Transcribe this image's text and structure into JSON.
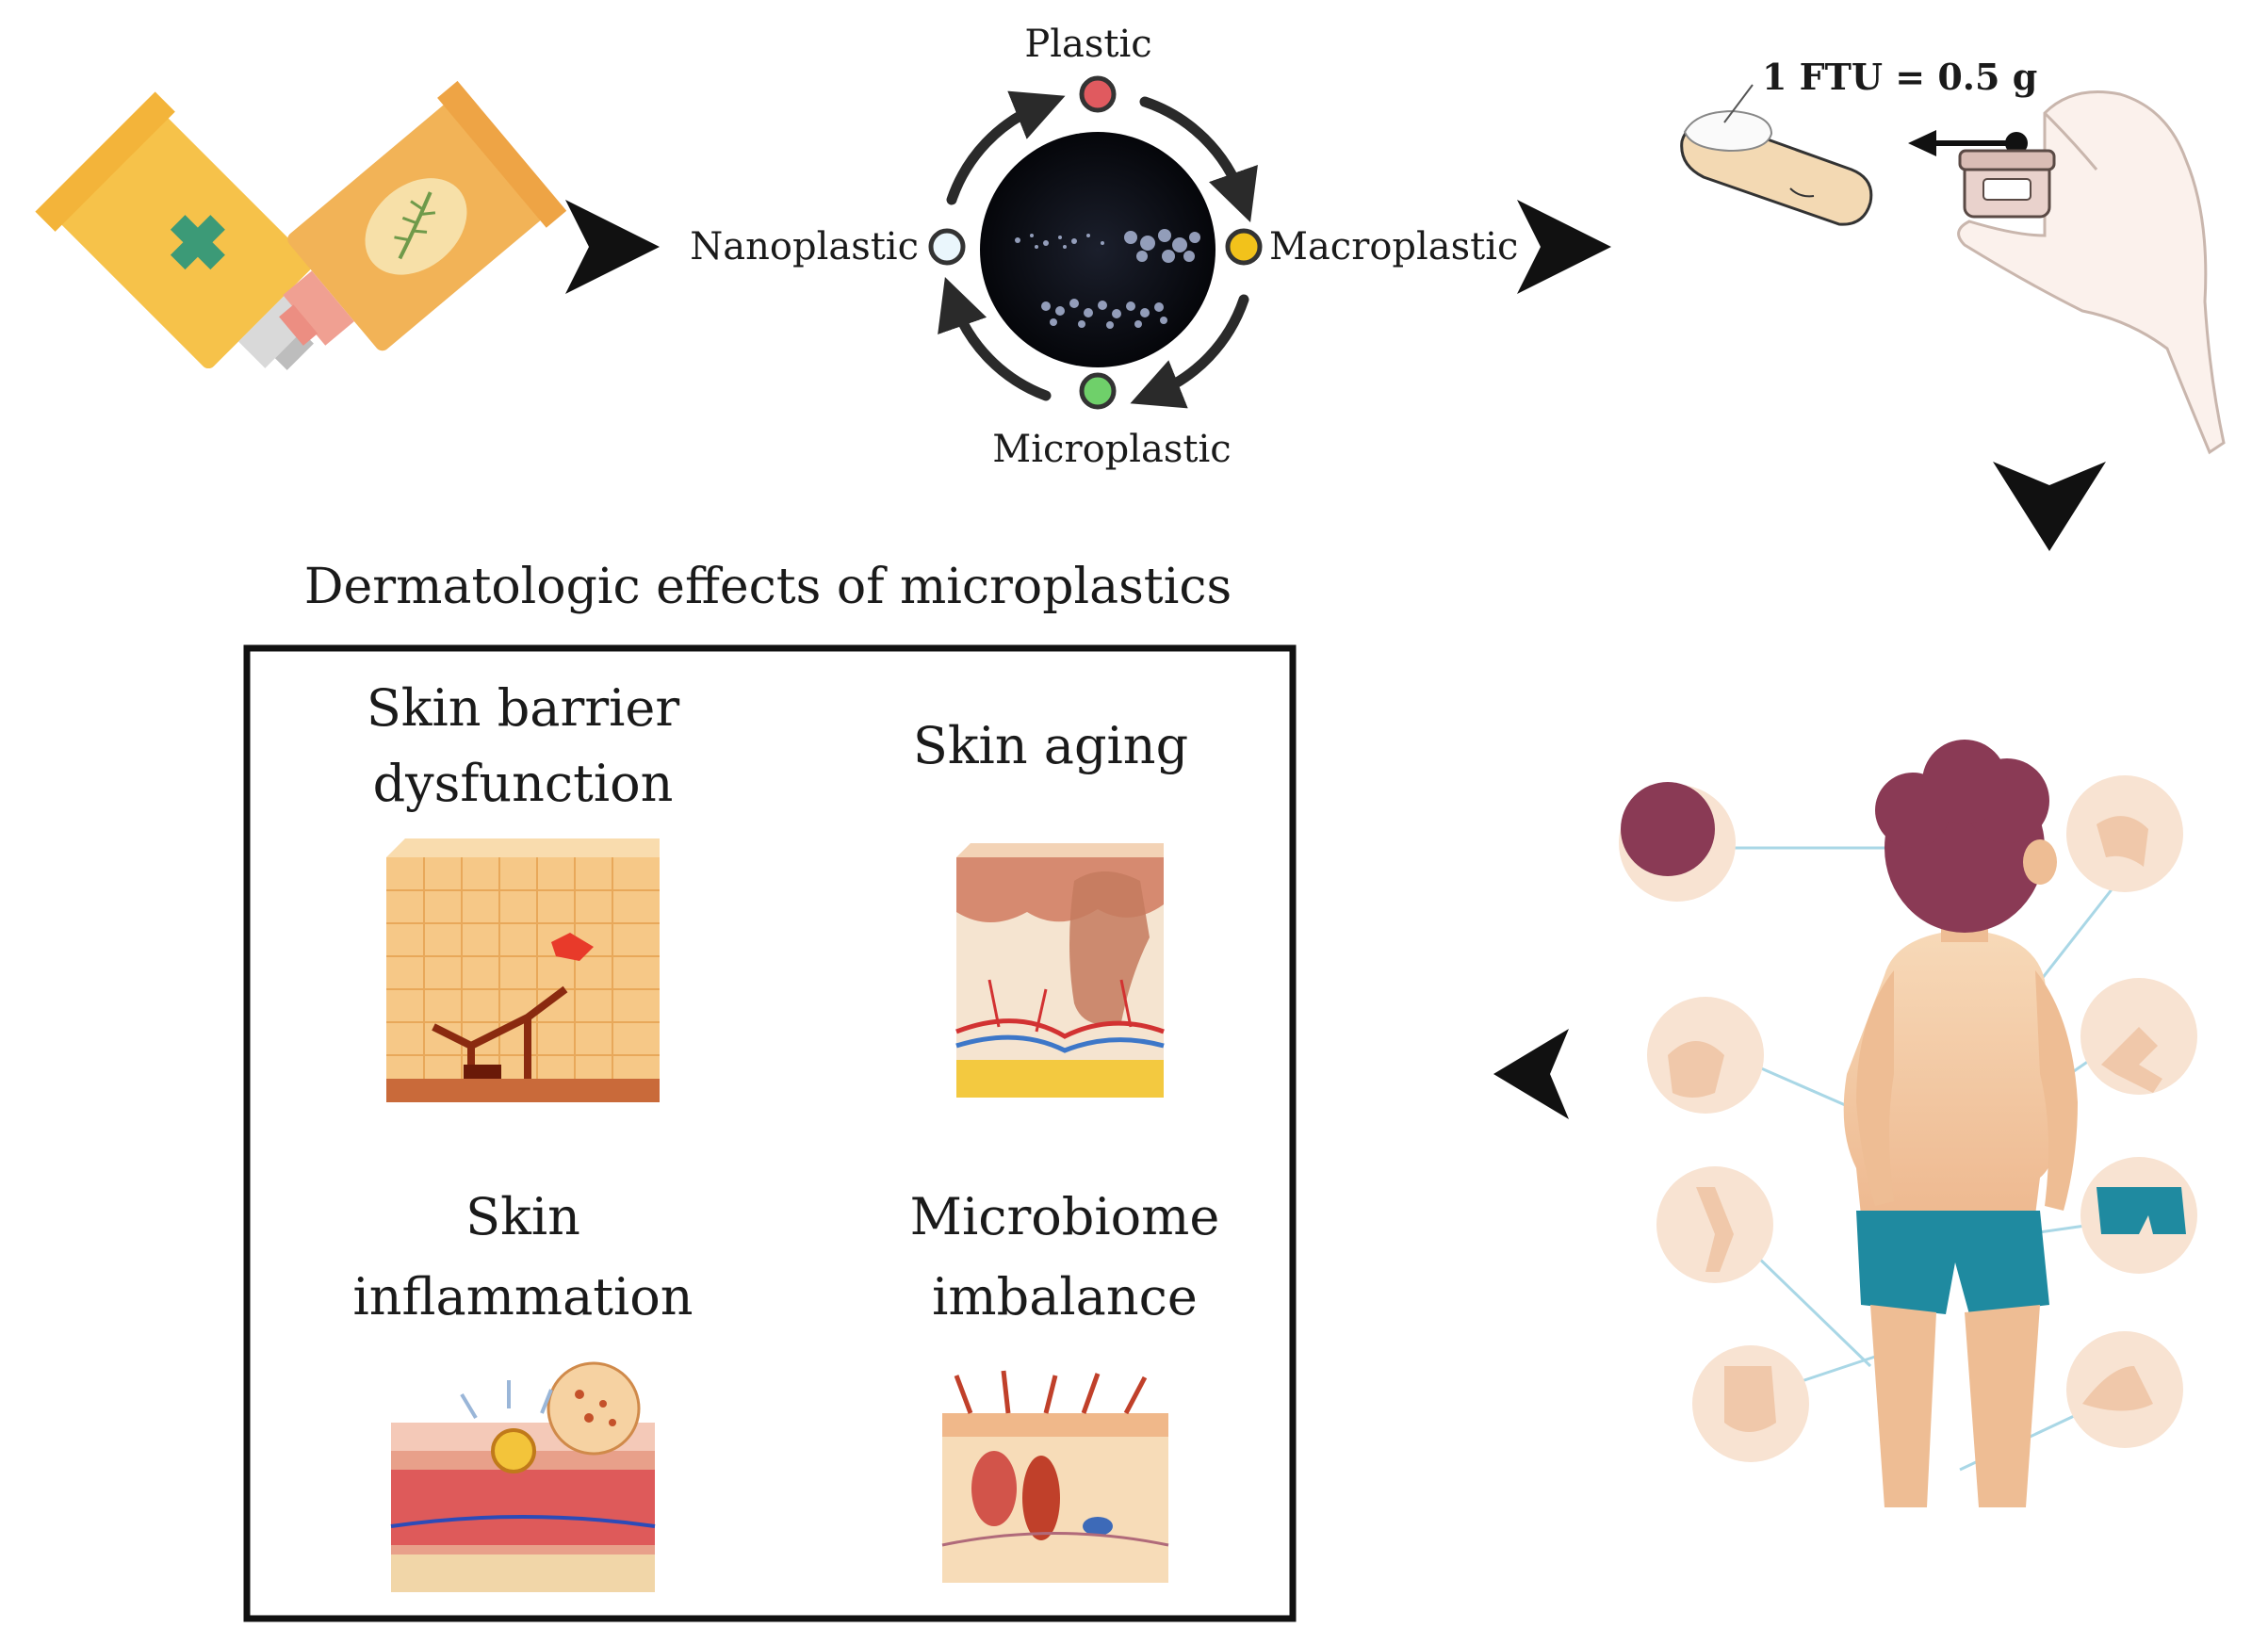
{
  "cycle": {
    "top_label": "Plastic",
    "right_label": "Macroplastic",
    "bottom_label": "Microplastic",
    "left_label": "Nanoplastic",
    "colors": {
      "plastic": "#e05a5f",
      "macroplastic": "#f2c21b",
      "microplastic": "#6fd06a",
      "nanoplastic": "#8ec9e6"
    }
  },
  "dose": {
    "label": "1 FTU = 0.5 g"
  },
  "effects": {
    "title": "Dermatologic effects of microplastics",
    "items": [
      {
        "line1": "Skin barrier",
        "line2": "dysfunction"
      },
      {
        "line1": "Skin aging",
        "line2": ""
      },
      {
        "line1": "Skin",
        "line2": "inflammation"
      },
      {
        "line1": "Microbiome",
        "line2": "imbalance"
      }
    ]
  },
  "icons": {
    "tubes": "cream-tubes-icon",
    "fingertip": "fingertip-unit-icon",
    "hand": "hand-with-jar-icon",
    "body": "body-application-sites-icon"
  }
}
